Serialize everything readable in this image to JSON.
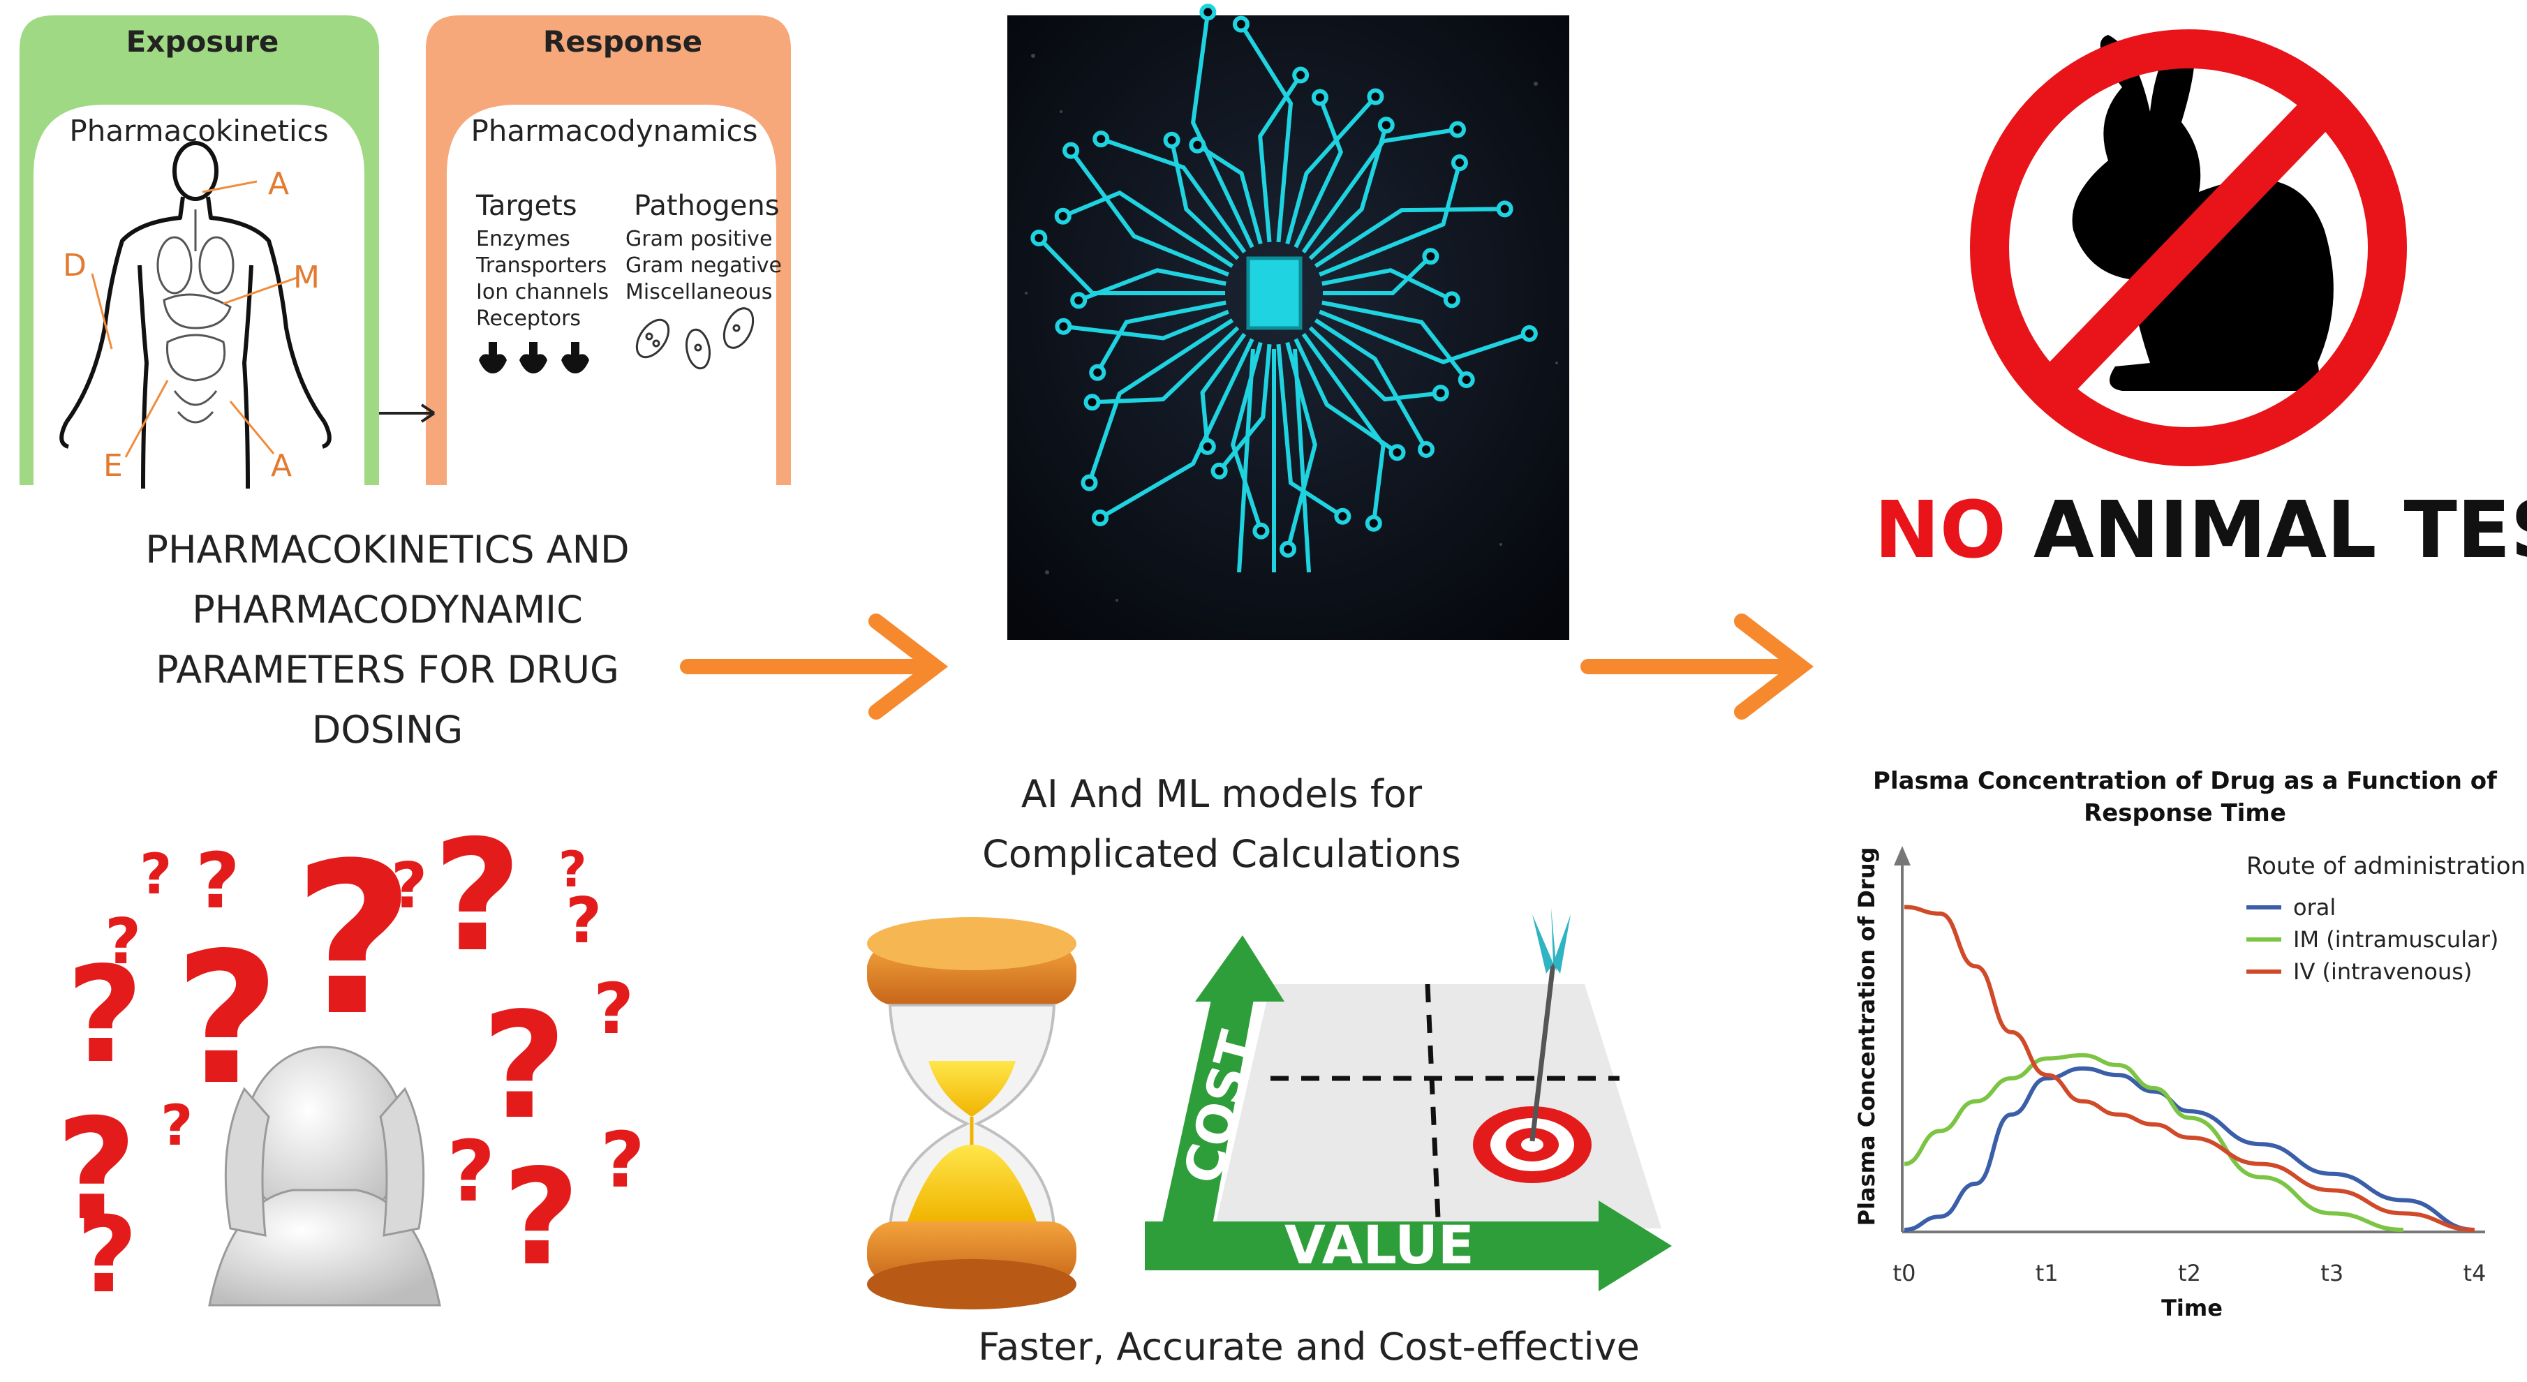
{
  "pkpd": {
    "exposure_title": "Exposure",
    "response_title": "Response",
    "pk_title": "Pharmacokinetics",
    "pd_title": "Pharmacodynamics",
    "targets_title": "Targets",
    "targets": [
      "Enzymes",
      "Transporters",
      "Ion channels",
      "Receptors"
    ],
    "pathogens_title": "Pathogens",
    "pathogens": [
      "Gram positive",
      "Gram negative",
      "Miscellaneous"
    ],
    "adme_labels": {
      "a_top": "A",
      "m": "M",
      "d": "D",
      "e": "E",
      "a_bottom": "A"
    }
  },
  "caption_left": [
    "PHARMACOKINETICS AND",
    "PHARMACODYNAMIC",
    "PARAMETERS FOR DRUG",
    "DOSING"
  ],
  "caption_center": [
    "AI And ML models for",
    "Complicated Calculations"
  ],
  "caption_bottom": "Faster, Accurate and Cost-effective",
  "no_testing": {
    "no": "NO",
    "rest": " ANIMAL TESTING"
  },
  "cost_value": {
    "cost": "COST",
    "value": "VALUE"
  },
  "colors": {
    "exposure": "#9fd983",
    "response": "#f6a87a",
    "arrow": "#f6882d",
    "no_red": "#e8141a",
    "ai_cyan": "#1fd3e0",
    "green": "#2e9e3a"
  },
  "chart_data": {
    "type": "line",
    "title": "Plasma Concentration of Drug as a Function of Response Time",
    "xlabel": "Time",
    "ylabel": "Plasma Concentration of Drug",
    "legend_title": "Route of administration",
    "legend_position": "top-right",
    "x_ticks": [
      "t0",
      "t1",
      "t2",
      "t3",
      "t4"
    ],
    "x": [
      0,
      0.25,
      0.5,
      0.75,
      1.0,
      1.25,
      1.5,
      1.75,
      2.0,
      2.5,
      3.0,
      3.5,
      4.0
    ],
    "ylim": [
      0,
      1
    ],
    "series": [
      {
        "name": "oral",
        "color": "#3a5ea8",
        "values": [
          0.0,
          0.04,
          0.14,
          0.35,
          0.46,
          0.49,
          0.47,
          0.42,
          0.36,
          0.26,
          0.17,
          0.09,
          0.0
        ]
      },
      {
        "name": "IM (intramuscular)",
        "color": "#7cc443",
        "values": [
          0.2,
          0.3,
          0.39,
          0.46,
          0.52,
          0.53,
          0.5,
          0.43,
          0.34,
          0.16,
          0.05,
          0.0,
          null
        ]
      },
      {
        "name": "IV (intravenous)",
        "color": "#d04a2a",
        "values": [
          0.98,
          0.96,
          0.8,
          0.6,
          0.47,
          0.39,
          0.35,
          0.32,
          0.28,
          0.2,
          0.12,
          0.05,
          0.0
        ]
      }
    ]
  }
}
